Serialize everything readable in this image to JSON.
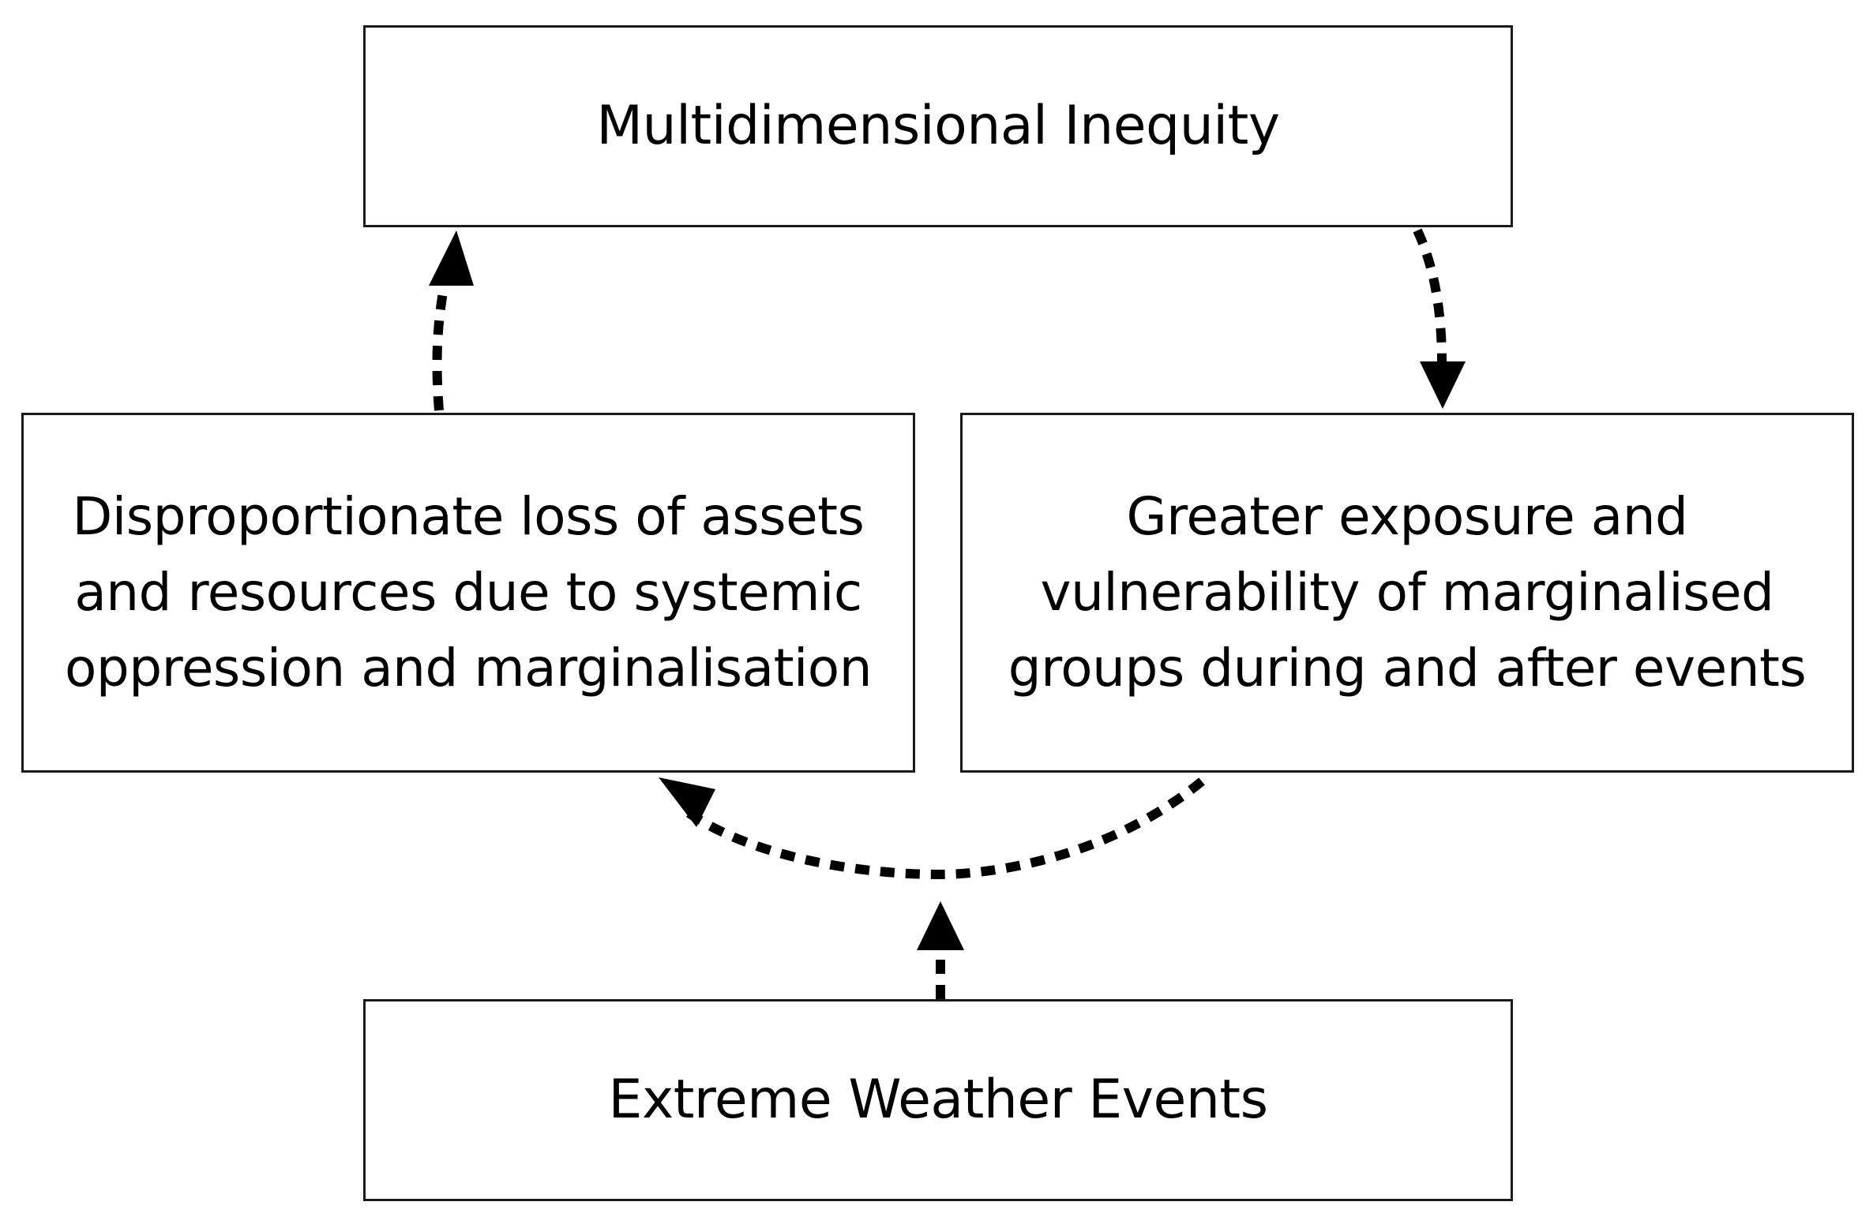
{
  "nodes": {
    "top": {
      "label": "Multidimensional Inequity"
    },
    "left": {
      "label": "Disproportionate loss of assets\nand resources due to systemic\noppression and marginalisation"
    },
    "right": {
      "label": "Greater exposure and\nvulnerability of marginalised\ngroups during and after events"
    },
    "bottom": {
      "label": "Extreme Weather Events"
    }
  },
  "edges": [
    {
      "from": "left",
      "to": "top",
      "style": "dotted"
    },
    {
      "from": "top",
      "to": "right",
      "style": "dotted"
    },
    {
      "from": "right",
      "to": "left",
      "style": "dotted"
    },
    {
      "from": "bottom",
      "to": "right-to-left-edge",
      "style": "dotted"
    }
  ],
  "colors": {
    "stroke": "#000000",
    "border": "#1a1a1a",
    "background": "#ffffff"
  }
}
